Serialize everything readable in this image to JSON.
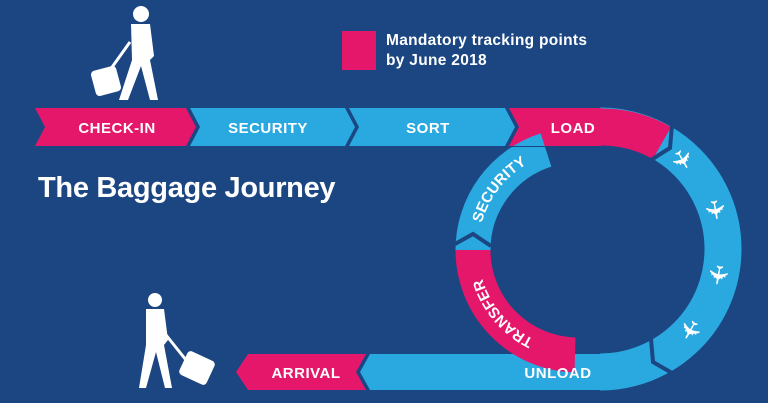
{
  "title": "The Baggage Journey",
  "legend": {
    "line1": "Mandatory tracking points",
    "line2": "by June 2018",
    "color": "#e5176b"
  },
  "colors": {
    "background": "#1b4682",
    "step": "#2aa8e0",
    "mandatory": "#e5176b"
  },
  "steps": {
    "checkin": "CHECK-IN",
    "security": "SECURITY",
    "sort": "SORT",
    "load": "LOAD",
    "transfer_security": "SECURITY",
    "transfer": "TRANSFER",
    "unload": "UNLOAD",
    "arrival": "ARRIVAL"
  },
  "icons": [
    "walking-traveler-icon",
    "airplane-icon",
    "arriving-traveler-icon"
  ]
}
